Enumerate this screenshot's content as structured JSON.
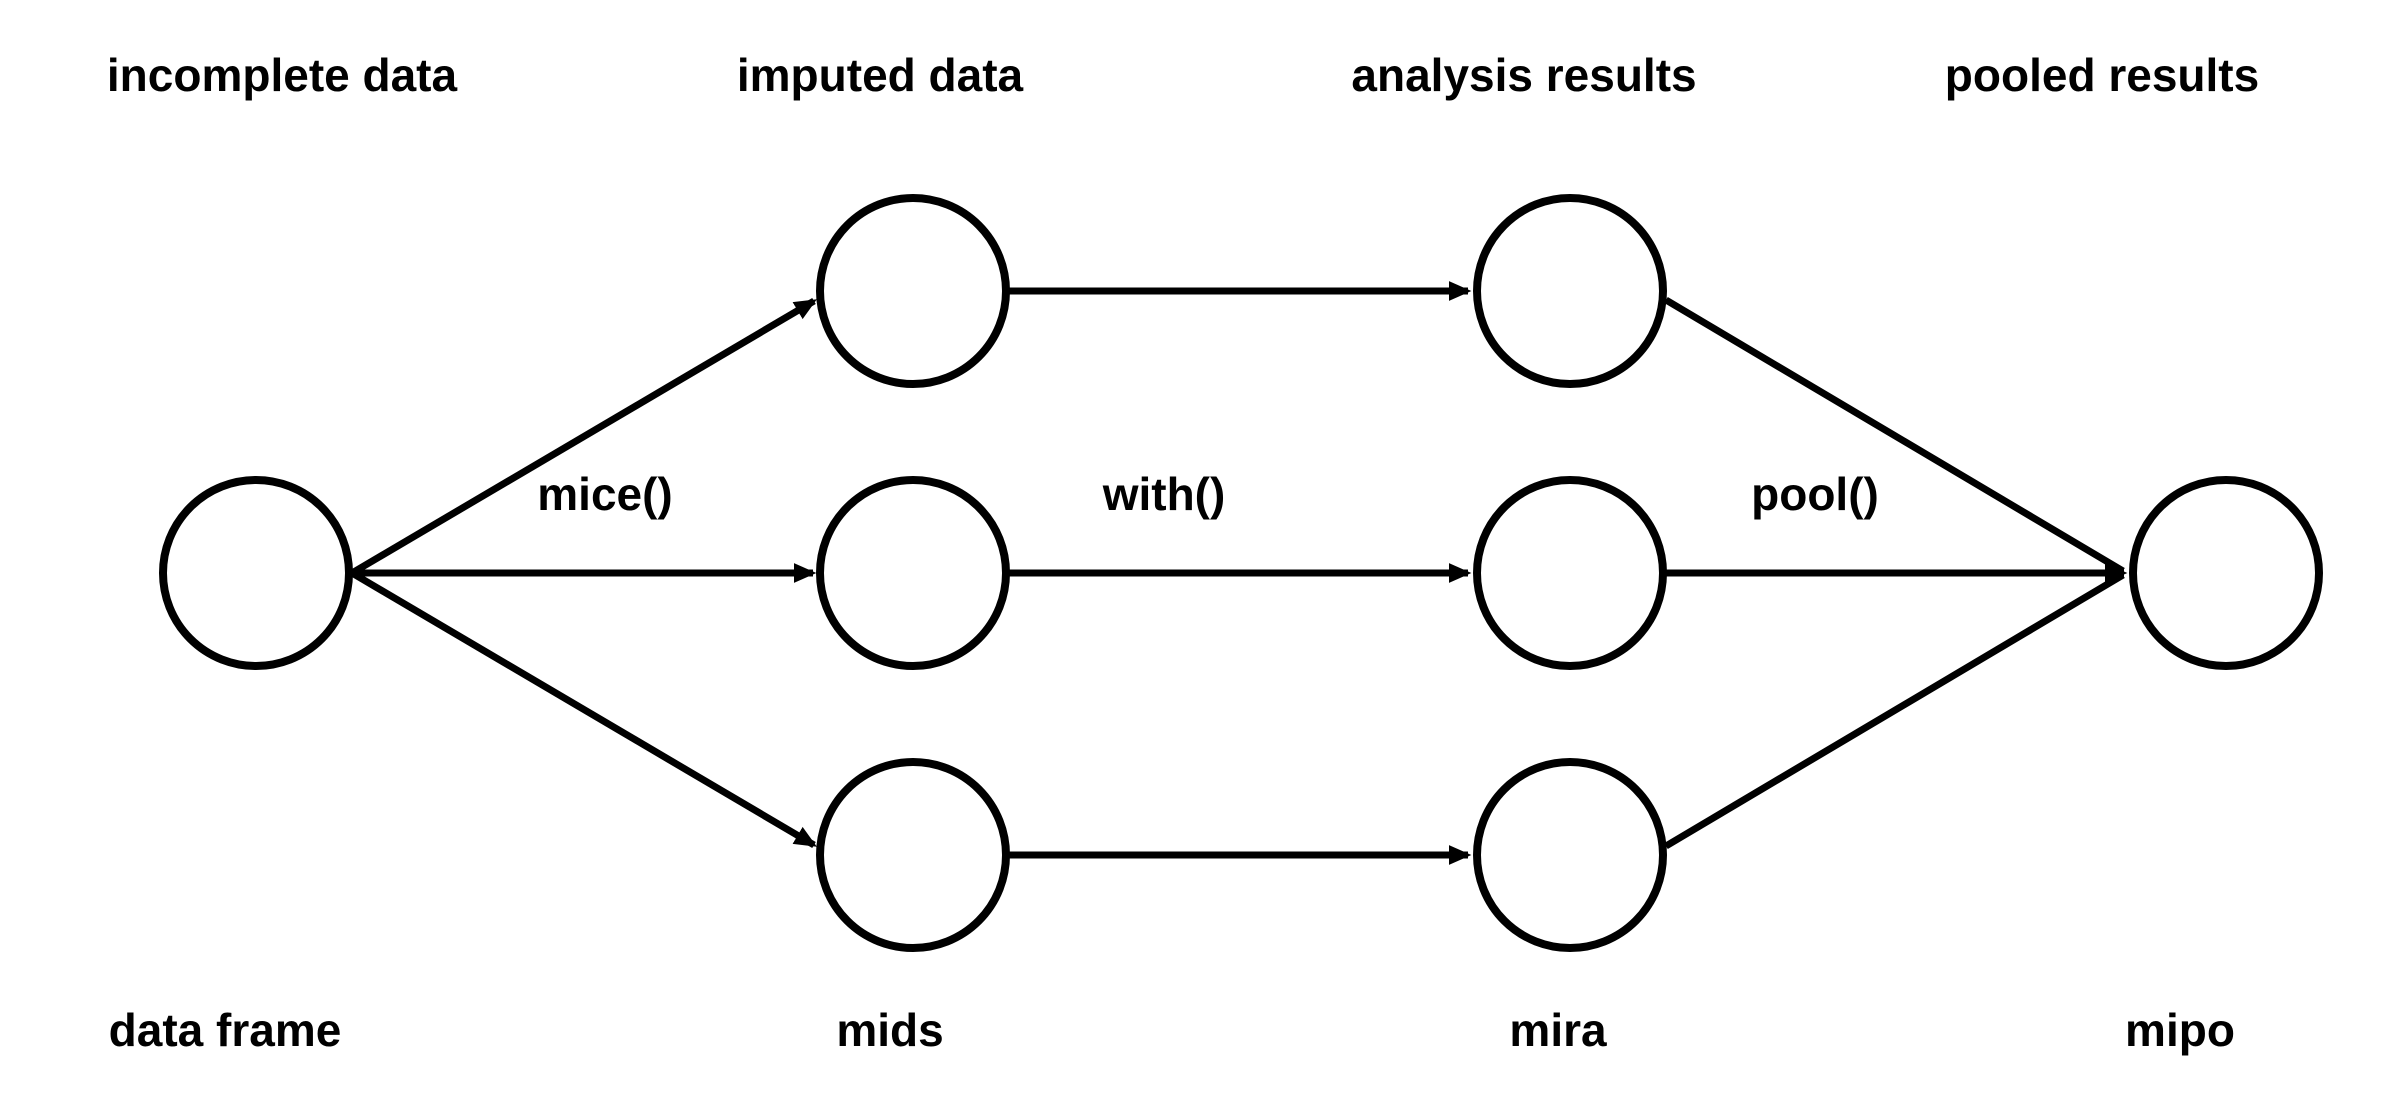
{
  "diagram": {
    "background_color": "#ffffff",
    "line_color": "#000000",
    "text_color": "#000000",
    "stages": [
      {
        "top_label": "incomplete data",
        "bottom_label": "data frame"
      },
      {
        "top_label": "imputed data",
        "bottom_label": "mids"
      },
      {
        "top_label": "analysis results",
        "bottom_label": "mira"
      },
      {
        "top_label": "pooled results",
        "bottom_label": "mipo"
      }
    ],
    "transitions": [
      {
        "label": "mice()"
      },
      {
        "label": "with()"
      },
      {
        "label": "pool()"
      }
    ]
  }
}
